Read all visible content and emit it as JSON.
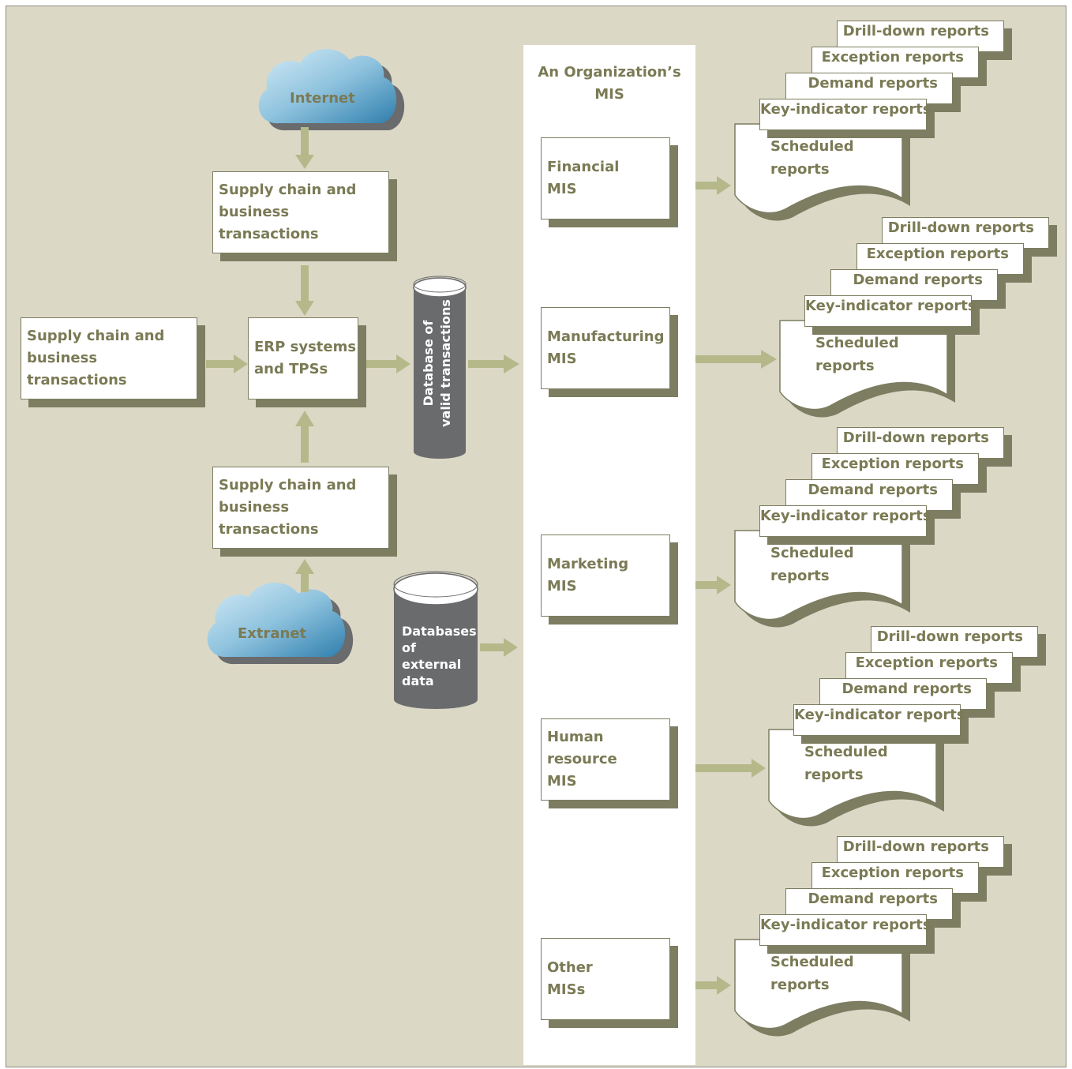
{
  "diagram": {
    "clouds": {
      "internet": "Internet",
      "extranet": "Extranet"
    },
    "transactions": {
      "top": "Supply chain and\nbusiness transactions",
      "left": "Supply chain and\nbusiness transactions",
      "bottom": "Supply chain and\nbusiness transactions"
    },
    "erp": "ERP systems\nand TPSs",
    "databases": {
      "valid": "Database of\nvalid transactions",
      "external": "Databases\nof\nexternal\ndata"
    },
    "mis_title": "An Organization’s\nMIS",
    "mis": [
      "Financial\nMIS",
      "Manufacturing\nMIS",
      "Marketing\nMIS",
      "Human\nresource\nMIS",
      "Other\nMISs"
    ],
    "report_stacks": [
      {
        "drill": "Drill-down reports",
        "exception": "Exception reports",
        "demand": "Demand reports",
        "key": "Key-indicator reports",
        "scheduled": "Scheduled\nreports"
      },
      {
        "drill": "Drill-down reports",
        "exception": "Exception reports",
        "demand": "Demand reports",
        "key": "Key-indicator reports",
        "scheduled": "Scheduled\nreports"
      },
      {
        "drill": "Drill-down reports",
        "exception": "Exception reports",
        "demand": "Demand reports",
        "key": "Key-indicator reports",
        "scheduled": "Scheduled\nreports"
      },
      {
        "drill": "Drill-down reports",
        "exception": "Exception reports",
        "demand": "Demand reports",
        "key": "Key-indicator reports",
        "scheduled": "Scheduled\nreports"
      },
      {
        "drill": "Drill-down reports",
        "exception": "Exception reports",
        "demand": "Demand reports",
        "key": "Key-indicator reports",
        "scheduled": "Scheduled\nreports"
      }
    ],
    "colors": {
      "background": "#dcd8c6",
      "arrow": "#b5b98a",
      "shadow": "#7d7d62",
      "text": "#7a7a55",
      "cylinder": "#6a6b6d",
      "cloud": "#5ea4c8"
    }
  }
}
